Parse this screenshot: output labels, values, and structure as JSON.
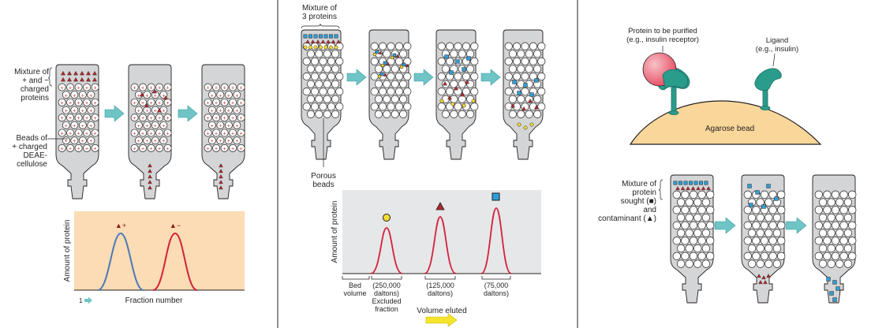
{
  "panel_a": {
    "mixture_label": [
      "Mixture of",
      "+ and −",
      "charged",
      "proteins"
    ],
    "beads_label": [
      "Beads of",
      "+ charged",
      "DEAE-",
      "cellulose"
    ],
    "chart": {
      "ylabel": "Amount of protein",
      "xlabel": "Fraction number",
      "peak1_label": "▲+",
      "peak2_label": "▲−",
      "x_marker": "1"
    }
  },
  "panel_b": {
    "mixture_label": [
      "Mixture of",
      "3 proteins"
    ],
    "porous_label": [
      "Porous",
      "beads"
    ],
    "chart": {
      "ylabel": "Amount of protein",
      "xlabel": "Volume eluted",
      "bed_label": [
        "Bed",
        "volume"
      ],
      "fraction_labels": [
        [
          "(250,000",
          "daltons)",
          "Excluded",
          "fraction"
        ],
        [
          "(125,000",
          "daltons)"
        ],
        [
          "(75,000",
          "daltons)"
        ]
      ]
    }
  },
  "panel_c": {
    "protein_label": [
      "Protein to be purified",
      "(e.g., insulin receptor)"
    ],
    "ligand_label": [
      "Ligand",
      "(e.g., insulin)"
    ],
    "bead_label": "Agarose bead",
    "mixture_label": [
      "Mixture of",
      "protein",
      "sought (■)",
      "and",
      "contaminant (▲)"
    ]
  },
  "colors": {
    "column_fill": "#d4d5d6",
    "arrow": "#6fc4c6",
    "chart_a_bg": "#fbdcb4",
    "chart_b_bg": "#e6e7e8",
    "peak_red": "#d4213d",
    "peak_blue": "#4b7ab8",
    "agarose": "#f9d79b",
    "receptor": "#e8556a",
    "ligand": "#2a9c8c",
    "square_blue": "#2d9fd8",
    "triangle_red": "#b5272c",
    "circle_yellow": "#f4dc33"
  }
}
